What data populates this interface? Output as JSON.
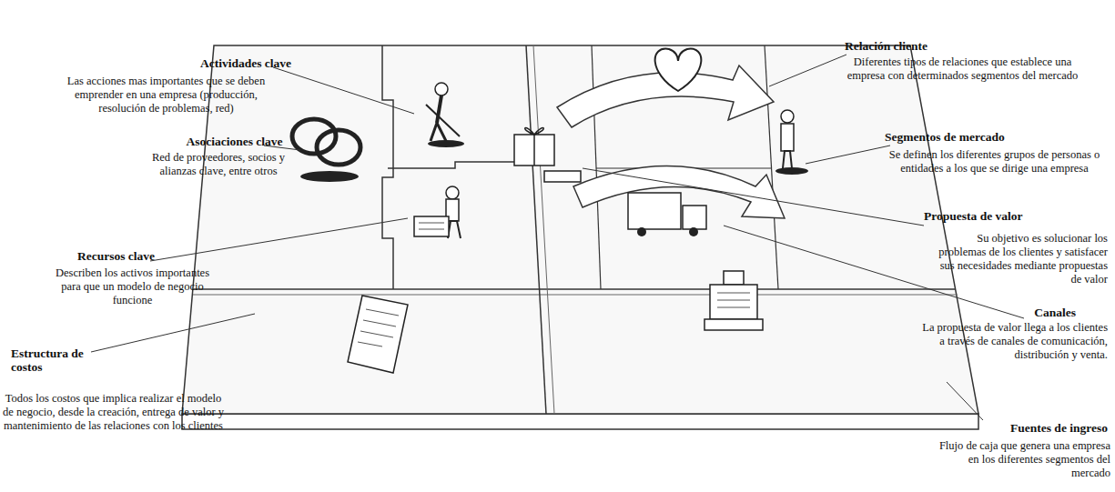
{
  "diagram": {
    "labels": [
      "Actividades clave",
      "Las acciones mas importantes que se deben emprender en una empresa (producción, resolución de problemas, red)",
      "Asociaciones clave",
      "Red de proveedores, socios y alianzas clave, entre otros",
      "Recursos clave",
      "Describen los activos importantes para que un modelo de negocio funcione",
      "Estructura de costos",
      "Todos los costos que implica realizar el modelo de negocio, desde la creación, entrega de valor y mantenimiento de las relaciones con los clientes",
      "Relación cliente",
      "Diferentes tipos de relaciones que establece una empresa con determinados segmentos del mercado",
      "Segmentos de mercado",
      "Se definen los diferentes grupos de personas o entidades a los que se dirige una empresa",
      "Propuesta de valor",
      "Su objetivo es solucionar los problemas de los clientes y satisfacer sus necesidades mediante propuestas de valor",
      "Canales",
      "La propuesta de valor llega a los clientes a través de canales de comunicación, distribución y venta.",
      "Fuentes de ingreso",
      "Flujo de caja que genera una empresa en los diferentes segmentos del mercado"
    ]
  }
}
